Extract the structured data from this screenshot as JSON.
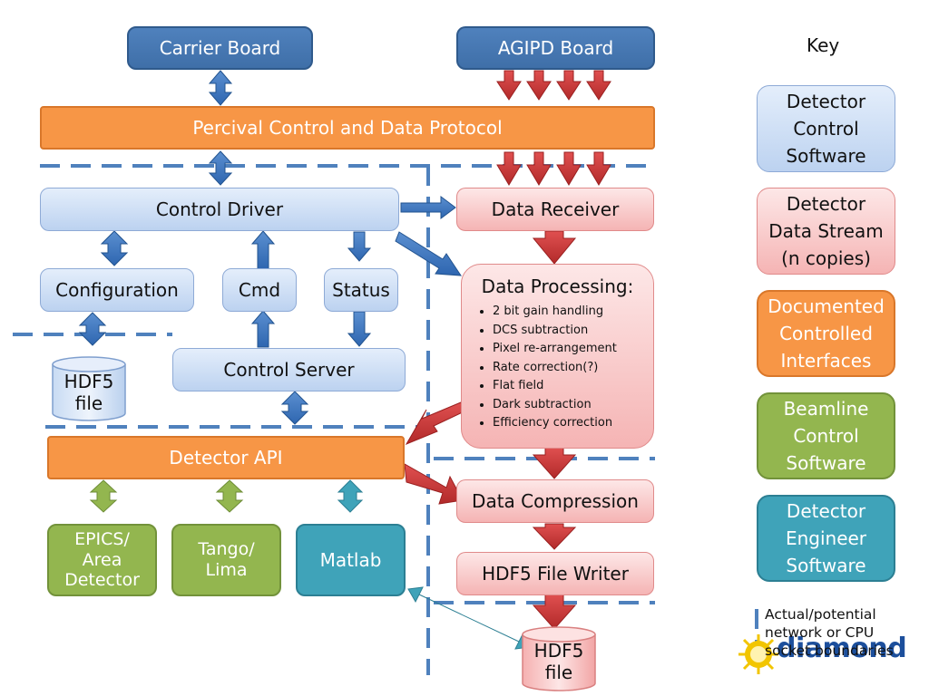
{
  "title": "Key",
  "top": {
    "carrier_board": "Carrier Board",
    "agipd_board": "AGIPD Board"
  },
  "protocol": "Percival Control and Data Protocol",
  "control": {
    "driver": "Control Driver",
    "configuration": "Configuration",
    "cmd": "Cmd",
    "status": "Status",
    "server": "Control Server",
    "hdf5_file": {
      "line1": "HDF5",
      "line2": "file"
    }
  },
  "pipeline": {
    "receiver": "Data Receiver",
    "processing_title": "Data Processing:",
    "processing_items": [
      "2 bit gain handling",
      "DCS subtraction",
      "Pixel re-arrangement",
      "Rate correction(?)",
      "Flat field",
      "Dark subtraction",
      "Efficiency correction"
    ],
    "compression": "Data Compression",
    "writer": "HDF5 File Writer",
    "hdf5_file": {
      "line1": "HDF5",
      "line2": "file"
    }
  },
  "api": "Detector API",
  "clients": {
    "epics": {
      "line1": "EPICS/",
      "line2": "Area",
      "line3": "Detector"
    },
    "tango": {
      "line1": "Tango/",
      "line2": "Lima"
    },
    "matlab": "Matlab"
  },
  "key": {
    "detector_control": {
      "line1": "Detector",
      "line2": "Control",
      "line3": "Software"
    },
    "data_stream": {
      "line1": "Detector",
      "line2": "Data Stream",
      "line3": "(n copies)"
    },
    "interfaces": {
      "line1": "Documented",
      "line2": "Controlled",
      "line3": "Interfaces"
    },
    "beamline": {
      "line1": "Beamline",
      "line2": "Control",
      "line3": "Software"
    },
    "engineer": {
      "line1": "Detector",
      "line2": "Engineer",
      "line3": "Software"
    },
    "boundary_note": {
      "line1": "Actual/potential",
      "line2": "network or CPU",
      "line3": "socket boundaries"
    }
  },
  "logo": "diamond",
  "colors": {
    "blue_dark": "#4f81bd",
    "blue_light": "#c6d9f1",
    "red_light": "#f8c1c1",
    "orange": "#f79646",
    "green": "#93b64f",
    "teal": "#3fa3b9",
    "arrow_red": "#c0392b",
    "boundary": "#4f81bd"
  }
}
